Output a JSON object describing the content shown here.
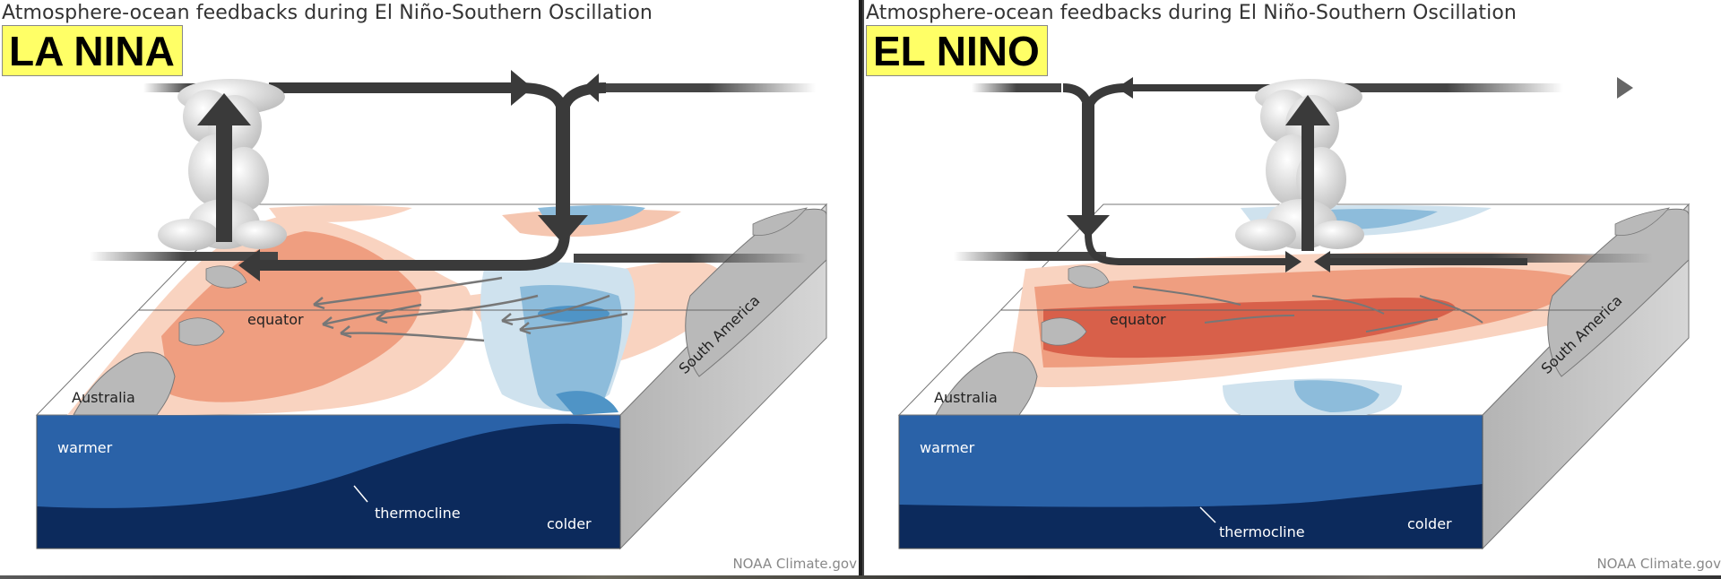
{
  "panels": [
    {
      "title": "Atmosphere-ocean feedbacks during El Niño-Southern Oscillation",
      "badge": "LA NINA",
      "labels": {
        "equator": "equator",
        "australia": "Australia",
        "south_america": "South America",
        "warmer": "warmer",
        "thermocline": "thermocline",
        "colder": "colder"
      },
      "credit": "NOAA Climate.gov"
    },
    {
      "title": "Atmosphere-ocean feedbacks during El Niño-Southern Oscillation",
      "badge": "EL NINO",
      "labels": {
        "equator": "equator",
        "australia": "Australia",
        "south_america": "South America",
        "warmer": "warmer",
        "thermocline": "thermocline",
        "colder": "colder"
      },
      "credit": "NOAA Climate.gov"
    }
  ],
  "colors": {
    "badge_background": "#ffff66",
    "warm_anomaly_light": "#f9d3c0",
    "warm_anomaly_mid": "#ef9e80",
    "warm_anomaly_strong": "#d8604a",
    "cool_anomaly_light": "#cfe2ee",
    "cool_anomaly_mid": "#8dbcdb",
    "cool_anomaly_strong": "#4f94c6",
    "ocean_warm_layer": "#2a62a8",
    "ocean_cold_layer": "#0c2a5c",
    "box_side": "#c2c2c2",
    "land": "#b9b9b9",
    "circulation_arrow": "#3a3a3a"
  },
  "icons": [
    "cloud-column",
    "circulation-arrow",
    "surface-wind-arrow"
  ]
}
